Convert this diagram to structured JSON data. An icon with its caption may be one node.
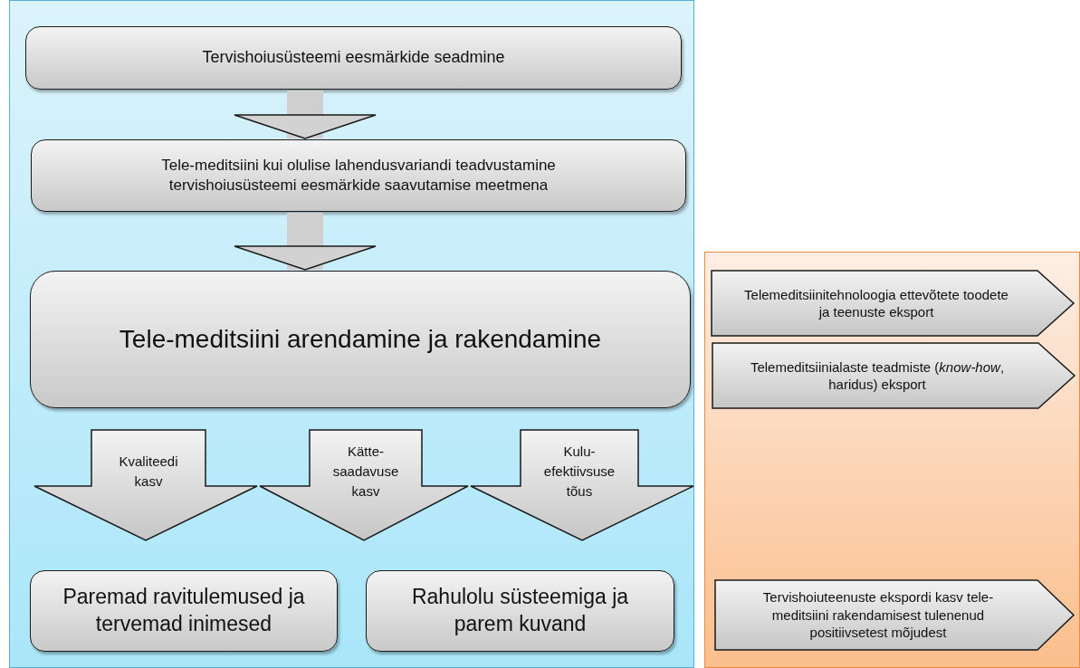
{
  "diagram": {
    "nodes": [
      {
        "text": [],
        "shape": "box"
      },
      {
        "text": [
          "Tervishoiusüsteemi eesmärkide seadmine"
        ],
        "in": 0
      },
      {
        "text": [
          "Tele-meditsiini kui olulise lahendusvariandi teadvustamine tervishoiusüsteemi eesmärkide saavutamise meetmena"
        ],
        "in": 0
      },
      {
        "text": [
          "Tele-meditsiini arendamine ja rakendamine"
        ],
        "in": 0
      },
      {
        "text": [
          "Kvaliteedi kasv"
        ],
        "in": 0
      },
      {
        "text": [
          "Kätte-saadavuse kasv"
        ],
        "in": 0
      },
      {
        "text": [
          "Kulu-efektiivsuse tõus"
        ],
        "in": 0
      },
      {
        "text": [
          "Paremad ravitulemused ja tervemad inimesed"
        ],
        "in": 0
      },
      {
        "text": [
          "Rahulolu süsteemiga ja parem kuvand"
        ],
        "in": 0
      },
      {
        "text": [],
        "shape": "box"
      },
      {
        "text": [
          "Telemeditsiinitehnoloogia ettevõtete toodete ja teenuste eksport"
        ],
        "in": 9
      },
      {
        "text": [
          "Telemeditsiinialaste teadmiste (*know-how*, haridus) eksport"
        ],
        "in": 9
      },
      {
        "text": [
          "Tervishoiuteenuste ekspordi kasv tele-meditsiini rakendamisest tulenenud positiivsetest mõjudest"
        ],
        "in": 9
      }
    ],
    "edges": [
      {
        "from": 1,
        "to": 2,
        "arrow": "to"
      },
      {
        "from": 2,
        "to": 3,
        "arrow": "to"
      }
    ]
  }
}
